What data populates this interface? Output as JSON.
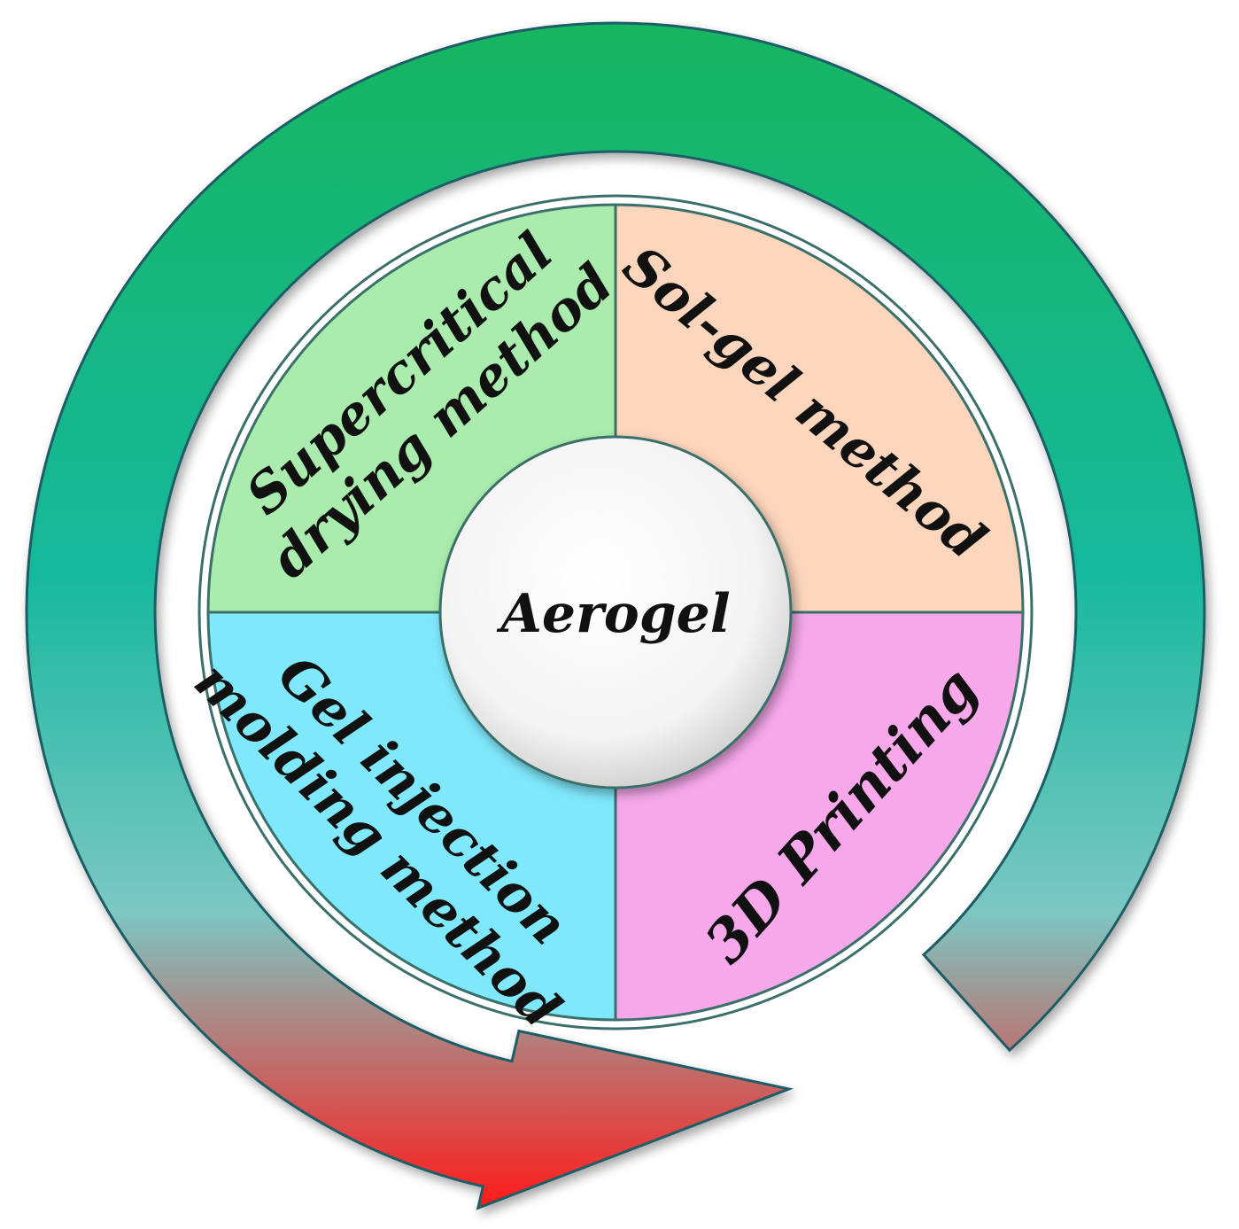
{
  "center": {
    "label": "Aerogel"
  },
  "quadrants": [
    {
      "id": "top-left",
      "lines": [
        "Supercritical",
        "drying method"
      ],
      "fill": "#a9ecad"
    },
    {
      "id": "top-right",
      "lines": [
        "Sol-gel method"
      ],
      "fill": "#fcd5bd"
    },
    {
      "id": "bottom-left",
      "lines": [
        "Gel injection",
        "molding method"
      ],
      "fill": "#7fe8fb"
    },
    {
      "id": "bottom-right",
      "lines": [
        "3D Printing"
      ],
      "fill": "#f6a8ea"
    }
  ],
  "colors": {
    "ring_top": "#12b561",
    "ring_mid": "#12b89a",
    "ring_lower": "#7cc7c3",
    "ring_bottom": "#ff1a1a",
    "outline": "#1f5d66",
    "divider": "#3b6f69"
  }
}
